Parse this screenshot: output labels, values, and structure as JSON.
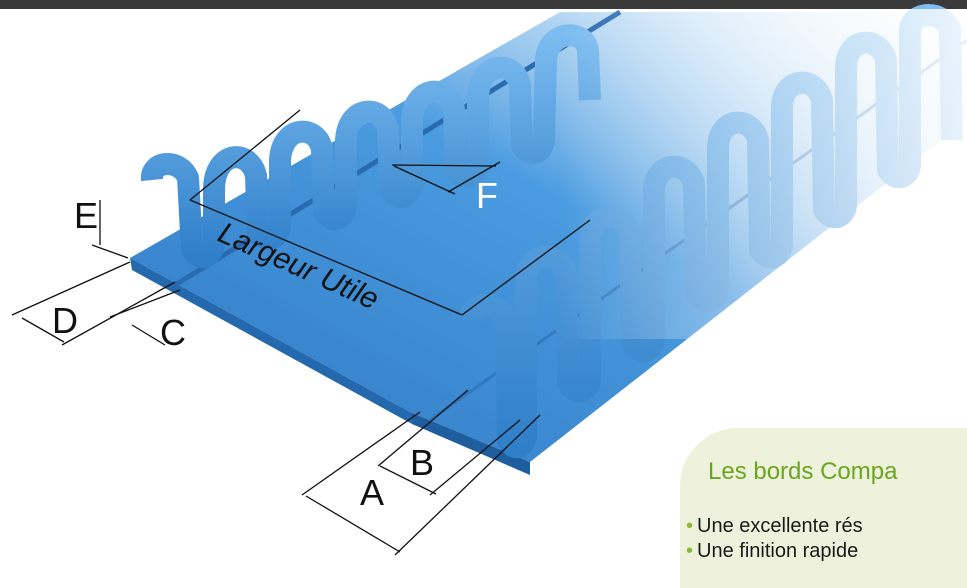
{
  "diagram": {
    "labels": {
      "a": "A",
      "b": "B",
      "c": "C",
      "d": "D",
      "e": "E",
      "f": "F",
      "useful_width": "Largeur Utile"
    }
  },
  "info_box": {
    "title": "Les bords Compa",
    "bullets": [
      "Une excellente rés",
      "Une finition rapide"
    ]
  },
  "colors": {
    "belt_blue": "#3a8ed6",
    "sidewall_blue": "#5aa9e6",
    "panel_background": "#eef2dc",
    "title_green": "#6aa51f"
  }
}
